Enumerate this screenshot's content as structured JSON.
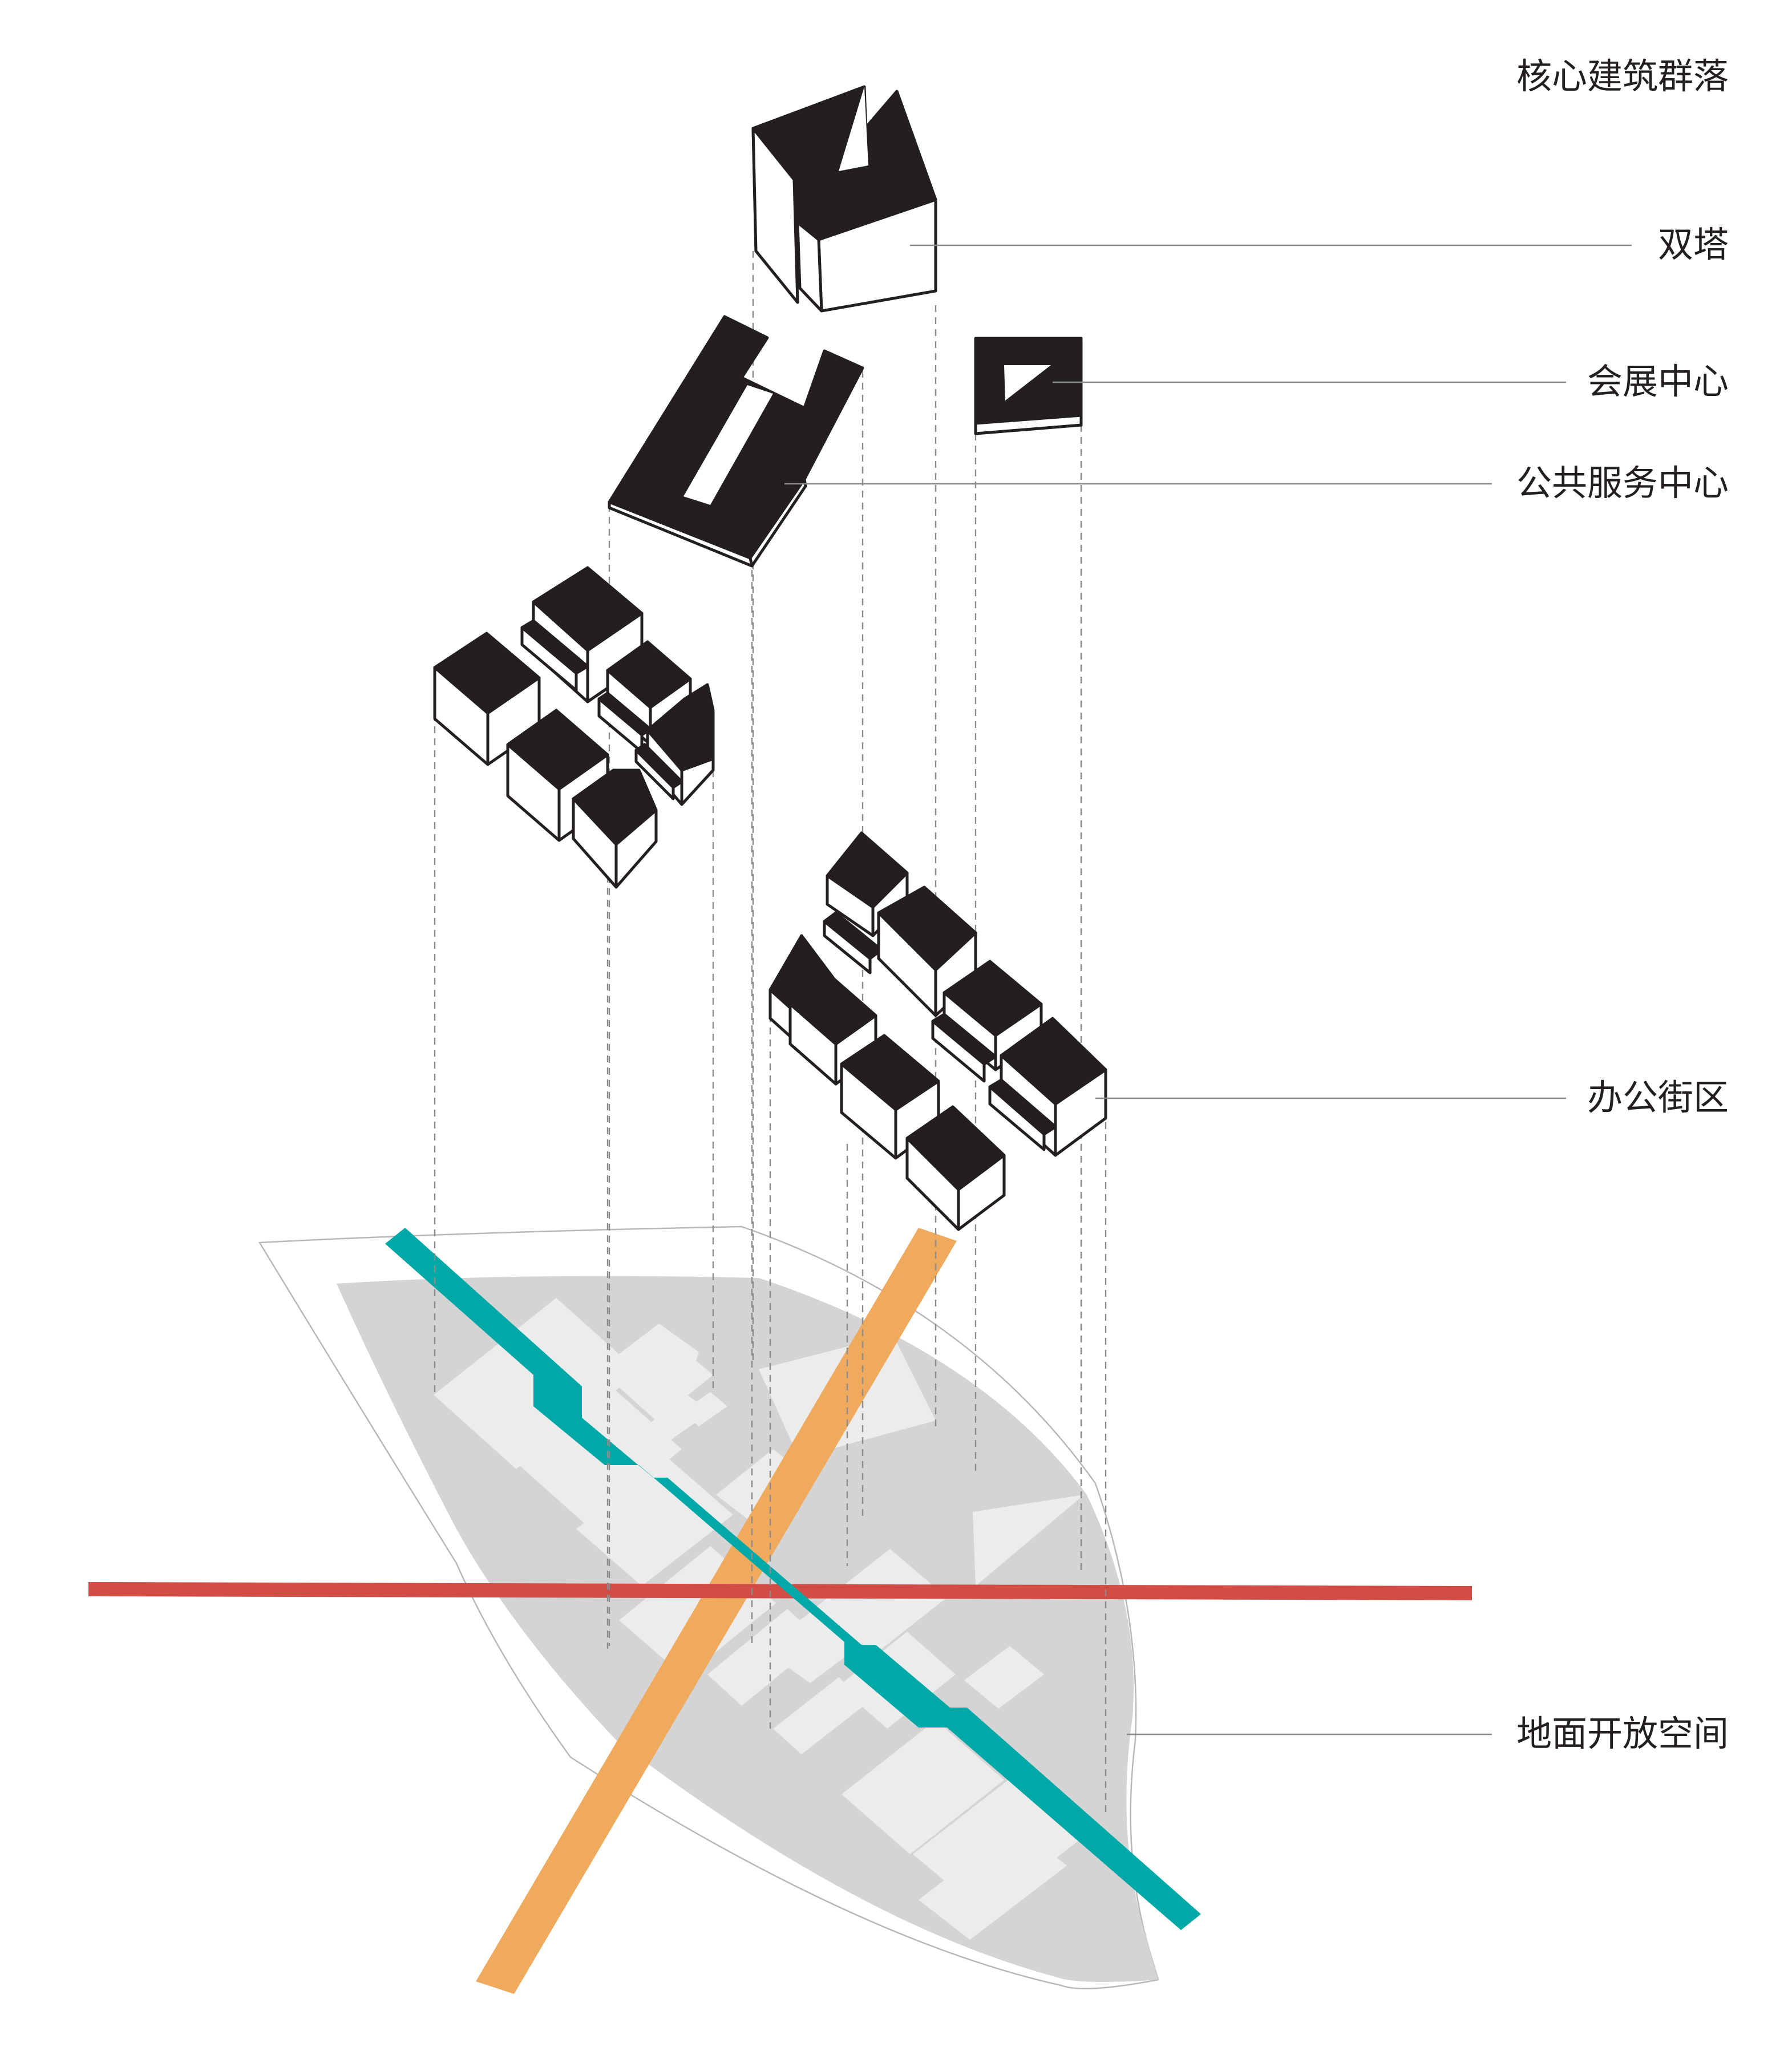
{
  "title": "核心建筑群落",
  "layers": [
    {
      "id": "twin-towers",
      "label": "双塔"
    },
    {
      "id": "exhibition-center",
      "label": "会展中心"
    },
    {
      "id": "public-service-center",
      "label": "公共服务中心"
    },
    {
      "id": "office-district",
      "label": "办公街区"
    },
    {
      "id": "ground-open-space",
      "label": "地面开放空间"
    }
  ],
  "colors": {
    "building_top": "#231f20",
    "building_side": "#ffffff",
    "ground": "#d4d4d4",
    "footprint": "#ececec",
    "axis_teal": "#00a9a8",
    "axis_orange": "#f0aa5e",
    "axis_red": "#d04c45",
    "leader_line": "#8a8a8a"
  }
}
